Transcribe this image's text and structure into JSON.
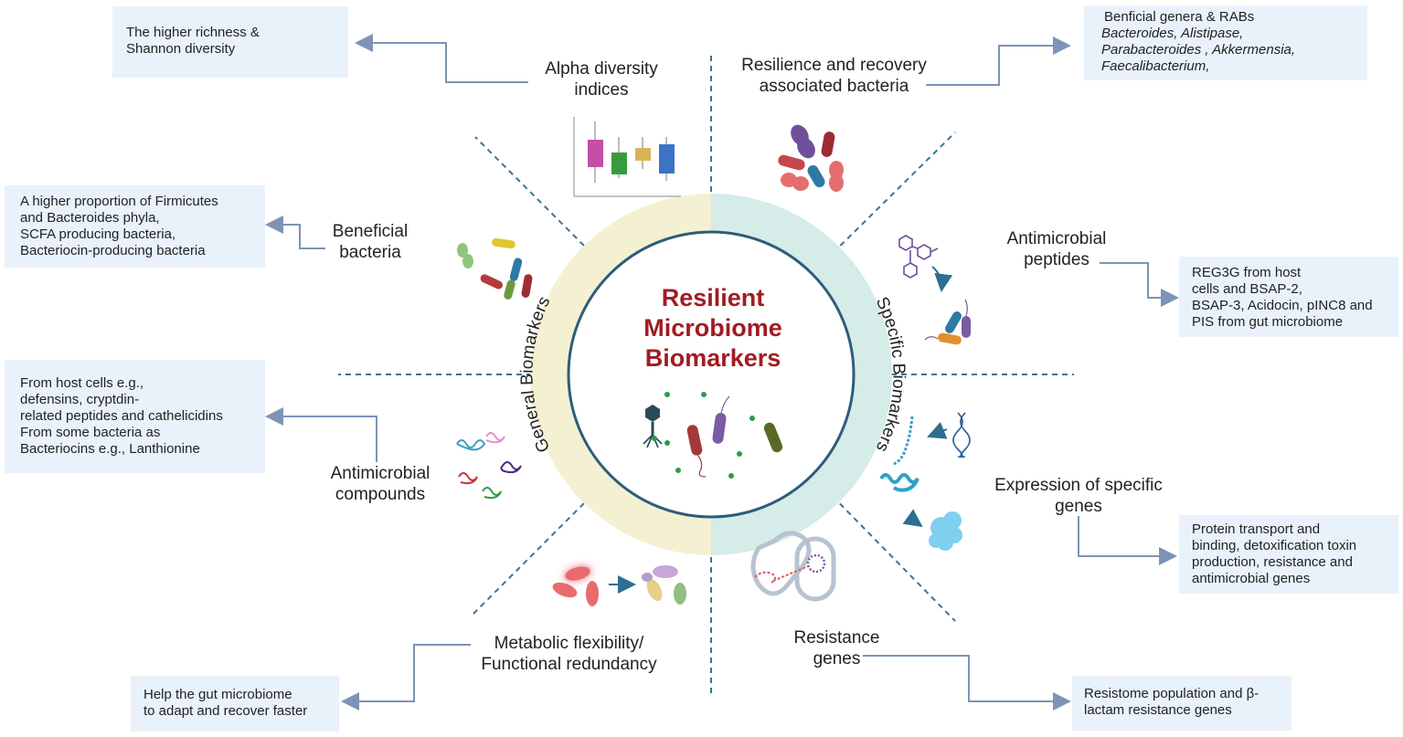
{
  "center": {
    "title_lines": [
      "Resilient",
      "Microbiome",
      "Biomarkers"
    ],
    "ring_left": "General Biomarkers",
    "ring_right": "Specific Biomarkers"
  },
  "colors": {
    "title": "#a11c22",
    "ring_left": "#f4f1d3",
    "ring_right": "#d5ece8",
    "outline": "#2d5d7b",
    "arrow": "#7d93b8",
    "note_bg": "#e9f1fb"
  },
  "labels": {
    "alpha": [
      "Alpha diversity",
      "indices"
    ],
    "resilience": [
      "Resilience and recovery",
      "associated bacteria"
    ],
    "beneficial": [
      "Beneficial",
      "bacteria"
    ],
    "amp": [
      "Antimicrobial",
      "peptides"
    ],
    "compounds": [
      "Antimicrobial",
      "compounds"
    ],
    "expression": [
      "Expression of specific",
      "genes"
    ],
    "metabolic": [
      "Metabolic flexibility/",
      "Functional redundancy"
    ],
    "resistance": [
      "Resistance",
      "genes"
    ]
  },
  "notes": {
    "alpha": [
      "The higher richness &",
      "Shannon diversity"
    ],
    "resilience": [
      "Benficial genera & RABs",
      "Bacteroides,  Alistipase,",
      "Parabacteroides , Akkermensia,",
      "Faecalibacterium,"
    ],
    "beneficial": [
      "A higher proportion of Firmicutes",
      "and Bacteroides phyla,",
      "SCFA producing bacteria,",
      "Bacteriocin-producing bacteria"
    ],
    "amp": [
      "REG3G from host",
      "cells and BSAP-2,",
      "BSAP-3, Acidocin, pINC8 and",
      "PIS from gut microbiome"
    ],
    "compounds": [
      "From host cells e.g.,",
      "defensins, cryptdin-",
      "related peptides and cathelicidins",
      "From some bacteria as",
      "Bacteriocins e.g., Lanthionine"
    ],
    "expression": [
      "Protein transport and",
      "binding, detoxification toxin",
      "production, resistance and",
      "antimicrobial genes"
    ],
    "metabolic": [
      "Help the gut microbiome",
      "to adapt and recover faster"
    ],
    "resistance": [
      "Resistome population and β-",
      "lactam resistance genes"
    ]
  },
  "icons": {
    "boxplot": "boxplot-chart-icon",
    "bacteria": "bacteria-icon",
    "peptides": "peptide-molecule-icon",
    "squiggles": "protein-coil-icon",
    "dna": "dna-helix-icon",
    "plasmid": "plasmid-cell-icon",
    "phage": "bacteriophage-icon"
  }
}
